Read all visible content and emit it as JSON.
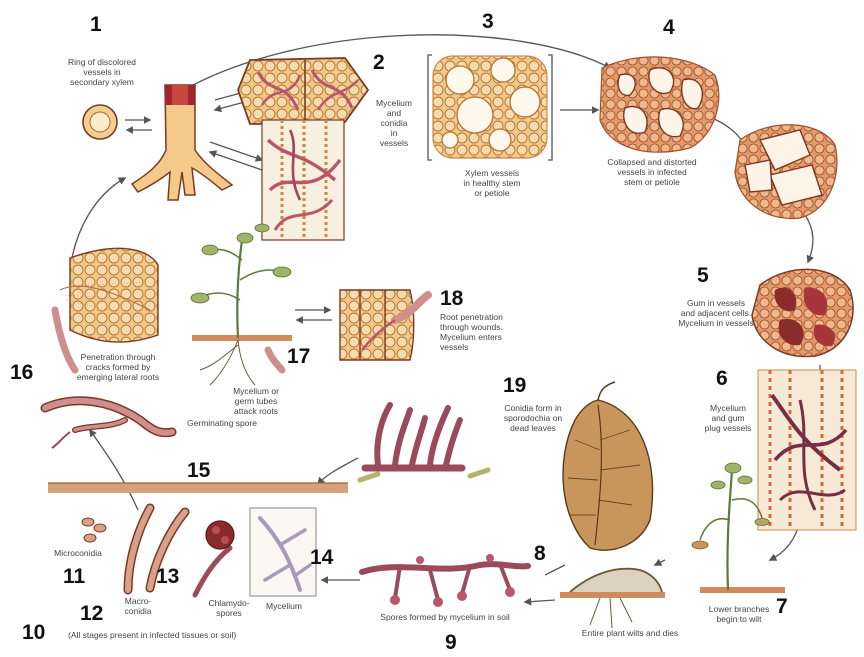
{
  "numbers": [
    "1",
    "2",
    "3",
    "4",
    "5",
    "6",
    "7",
    "8",
    "9",
    "10",
    "11",
    "12",
    "13",
    "14",
    "15",
    "16",
    "17",
    "18",
    "19"
  ],
  "captions": {
    "ring": "Ring of discolored\nvessels in\nsecondary xylem",
    "mycelium_conidia": "Mycelium\nand\nconidia\nin\nvessels",
    "xylem_healthy": "Xylem vessels\nin healthy stem\nor petiole",
    "collapsed": "Collapsed and distorted\nvessels in infected\nstem or petiole",
    "gum": "Gum in vessels\nand adjacent cells.\nMycelium in vessels",
    "mycelium_gum": "Mycelium\nand gum\nplug vessels",
    "lower_branches": "Lower branches\nbegin to wilt",
    "entire_plant": "Entire plant wilts and dies",
    "spores_soil": "Spores formed by mycelium in soil",
    "conidia_sporodochia": "Conidia form in\nsporodochia on\ndead leaves",
    "root_penetration": "Root penetration\nthrough wounds.\nMycelium enters\nvessels",
    "mycelium_germ": "Mycelium or\ngerm tubes\nattack roots",
    "penetration_cracks": "Penetration through\ncracks formed by\nemerging lateral roots",
    "germinating_spore": "Germinating spore",
    "microconidia": "Microconidia",
    "macroconidia": "Macro-\nconidia",
    "chlamydospores": "Chlamydo-\nspores",
    "mycelium": "Mycelium",
    "all_stages": "(All stages present in infected tissues or soil)"
  },
  "colors": {
    "outline": "#7a3a22",
    "tissue": "#e9b36d",
    "tissue_light": "#f3d6a4",
    "vessel": "#f7ecd8",
    "fungus": "#b9566a",
    "soil": "#d08a5b",
    "leaf": "#c8965a",
    "arrow": "#555555"
  }
}
